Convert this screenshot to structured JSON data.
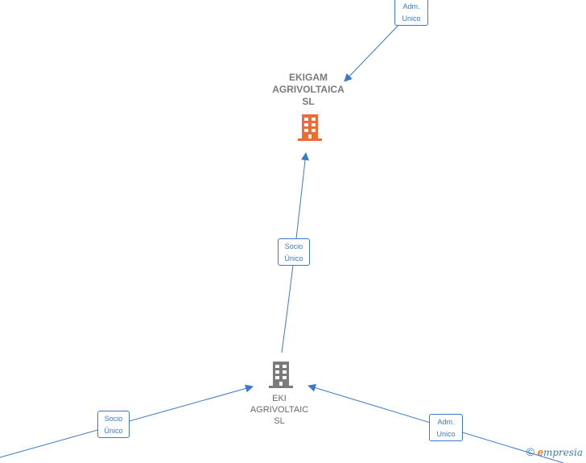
{
  "nodes": {
    "top": {
      "lines": [
        "EKIGAM",
        "AGRIVOLTAICA",
        "SL"
      ],
      "color": "#f26a33"
    },
    "center": {
      "lines": [
        "EKI",
        "AGRIVOLTAIC",
        "SL"
      ],
      "color": "#7b7b7b"
    }
  },
  "edges": {
    "top_right": {
      "lines": [
        "Adm.",
        "Unico"
      ]
    },
    "center_to_top": {
      "lines": [
        "Socio",
        "Único"
      ]
    },
    "left_to_center": {
      "lines": [
        "Socio",
        "Único"
      ]
    },
    "right_to_center": {
      "lines": [
        "Adm.",
        "Unico"
      ]
    }
  },
  "colors": {
    "edge": "#3b79c9"
  },
  "watermark": {
    "copyright": "©",
    "e": "e",
    "rest": "mpresia"
  }
}
